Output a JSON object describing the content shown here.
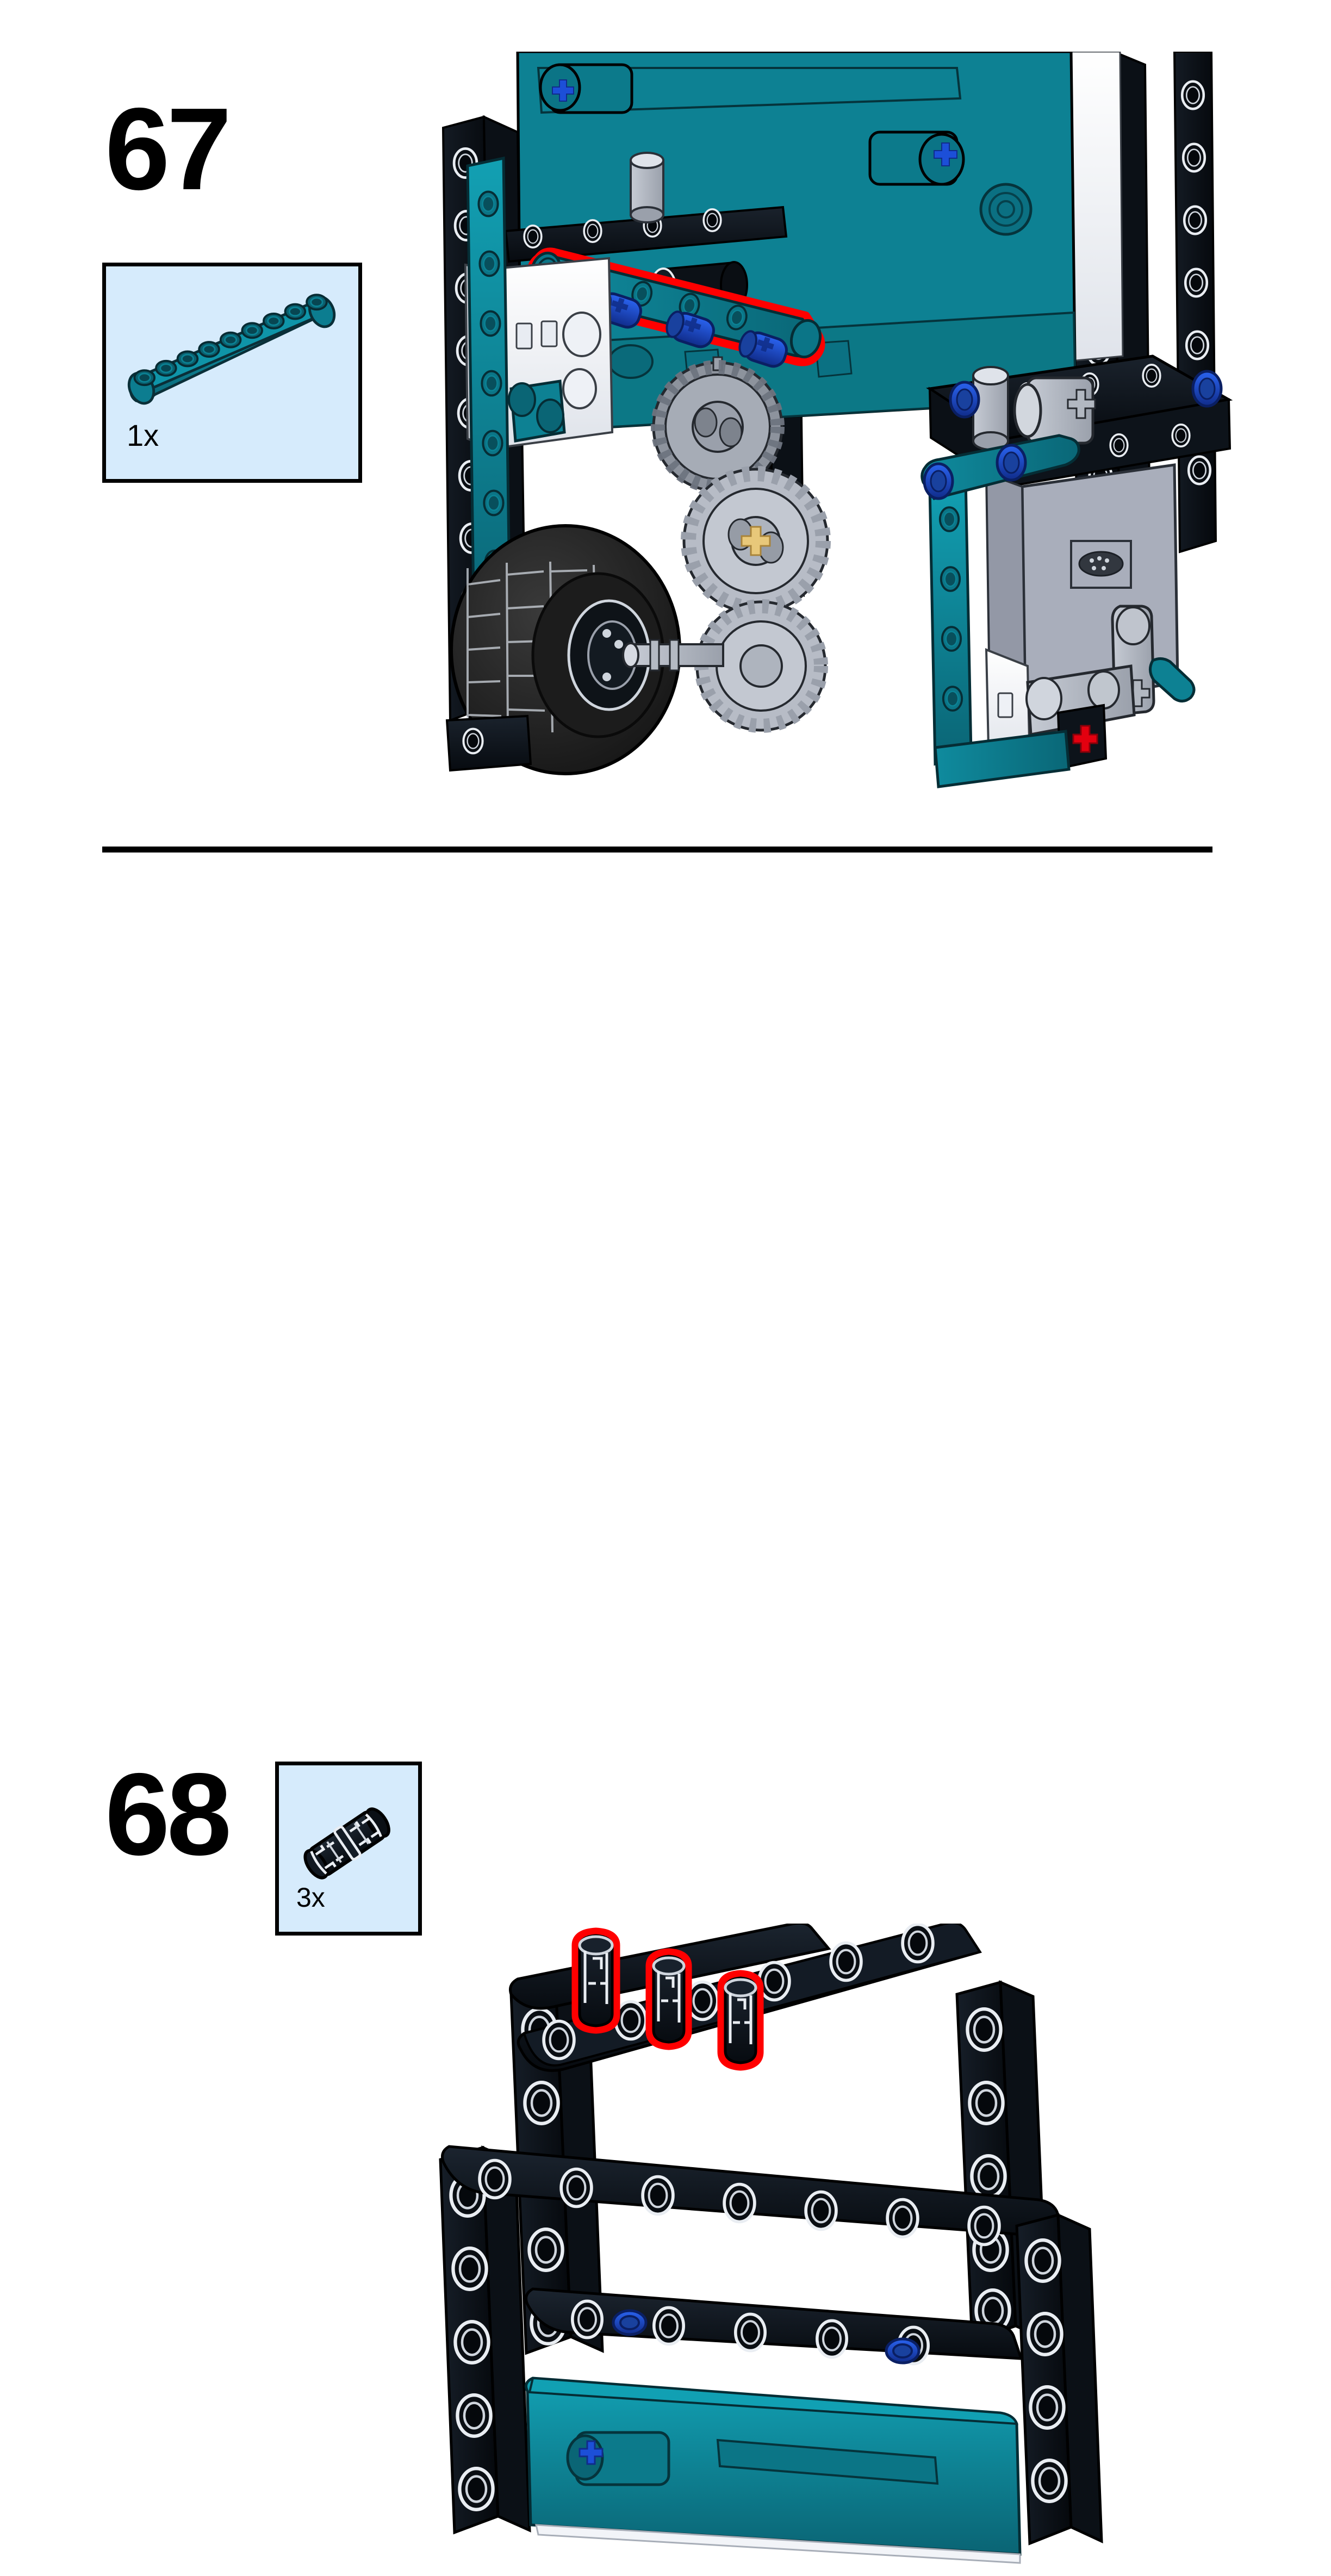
{
  "page": {
    "kind": "lego-technic-building-instructions",
    "background_color": "#ffffff",
    "sheet_width": 2448,
    "sheet_height": 3164,
    "divider_color": "#000000"
  },
  "palette": {
    "teal": "#0d8193",
    "teal_dark": "#0a6777",
    "teal_light": "#14a0b4",
    "black_part": "#10161e",
    "black_part_dark": "#060a0f",
    "callout_bg": "#d6ebfc",
    "callout_border": "#000000",
    "highlight_red": "#ff0000",
    "pin_blue": "#1c4fd8",
    "pin_blue_dark": "#123499",
    "gray_light": "#c8ccd4",
    "gray_mid": "#9aa0ab",
    "gray_dark": "#6e747f",
    "tire_black": "#1a1a1a",
    "axle_tan": "#e8c87a",
    "axle_red": "#e3000f",
    "edge_white": "#e9edf2"
  },
  "steps": [
    {
      "id": "step-67",
      "number": "67",
      "callout": {
        "quantity_label": "1x",
        "part_name": "technic-liftarm-thick-1x9",
        "part_color": "#0d8193",
        "part_color_name": "teal",
        "stud_holes": 9
      },
      "illustration": {
        "name": "robot-chassis-front-view",
        "new_part_highlight": "teal-liftarm-1x9",
        "highlight_outline_color": "#ff0000",
        "visible_elements": [
          "teal-hub-body",
          "black-technic-frame-left",
          "black-technic-frame-right",
          "teal-liftarm-highlighted",
          "blue-connector-pins",
          "gray-motor-housing",
          "gray-gear-wheels",
          "black-rubber-tire",
          "tan-axle-cross",
          "red-axle-cross"
        ]
      }
    },
    {
      "id": "step-68",
      "number": "68",
      "callout": {
        "quantity_label": "3x",
        "part_name": "technic-axle-pin-connector",
        "part_color": "#10161e",
        "part_color_name": "black"
      },
      "illustration": {
        "name": "black-frame-subassembly",
        "new_part_highlight": "three-axle-pin-connectors",
        "highlight_outline_color": "#ff0000",
        "highlight_count": 3,
        "visible_elements": [
          "black-technic-frame-vertical",
          "black-technic-frame-horizontal",
          "black-technic-liftarm-long",
          "blue-connector-pins",
          "teal-beam-bottom"
        ]
      }
    }
  ]
}
